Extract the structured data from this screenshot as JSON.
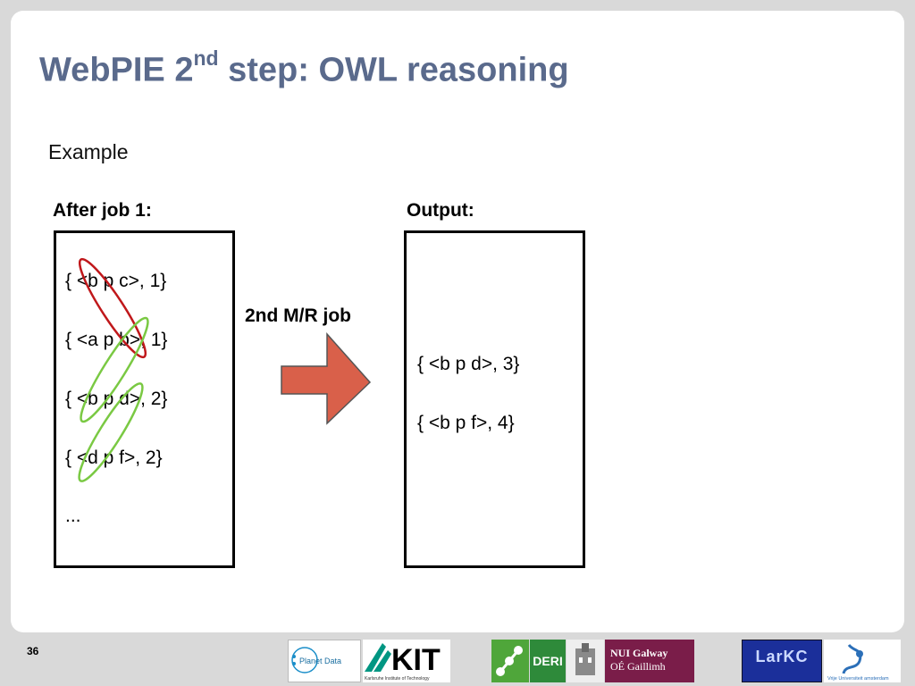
{
  "slide": {
    "title_main": "WebPIE 2",
    "title_sup": "nd",
    "title_rest": " step: OWL reasoning",
    "subtitle": "Example",
    "left_heading": "After job 1:",
    "right_heading": "Output:",
    "left_items": [
      "{ <b p c>, 1}",
      "{ <a p b>, 1}",
      "{ <b p d>, 2}",
      "{ <d p f>, 2}",
      "..."
    ],
    "right_items": [
      "{ <b p d>, 3}",
      "{ <b p f>, 4}"
    ],
    "arrow_label": "2nd M/R job",
    "page_number": "36"
  },
  "colors": {
    "title": "#5a6a8c",
    "arrow_fill": "#d9604a",
    "red_ellipse": "#c0181b",
    "green_ellipse": "#7ac943"
  },
  "logos": {
    "planetdata": "Planet Data",
    "kit": "KIT",
    "kit_sub": "Karlsruhe Institute of Technology",
    "deri": "DERI",
    "nui_line1": "NUI Galway",
    "nui_line2": "OÉ Gaillimh",
    "larkc": "LarKC",
    "vu": "Vrije Universiteit amsterdam"
  }
}
